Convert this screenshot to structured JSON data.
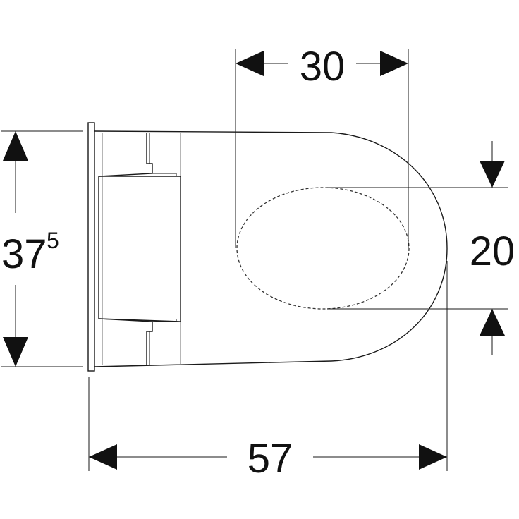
{
  "dimensions": {
    "top_width": "30",
    "left_height_main": "37",
    "left_height_sup": "5",
    "right_height": "20",
    "bottom_length": "57"
  }
}
